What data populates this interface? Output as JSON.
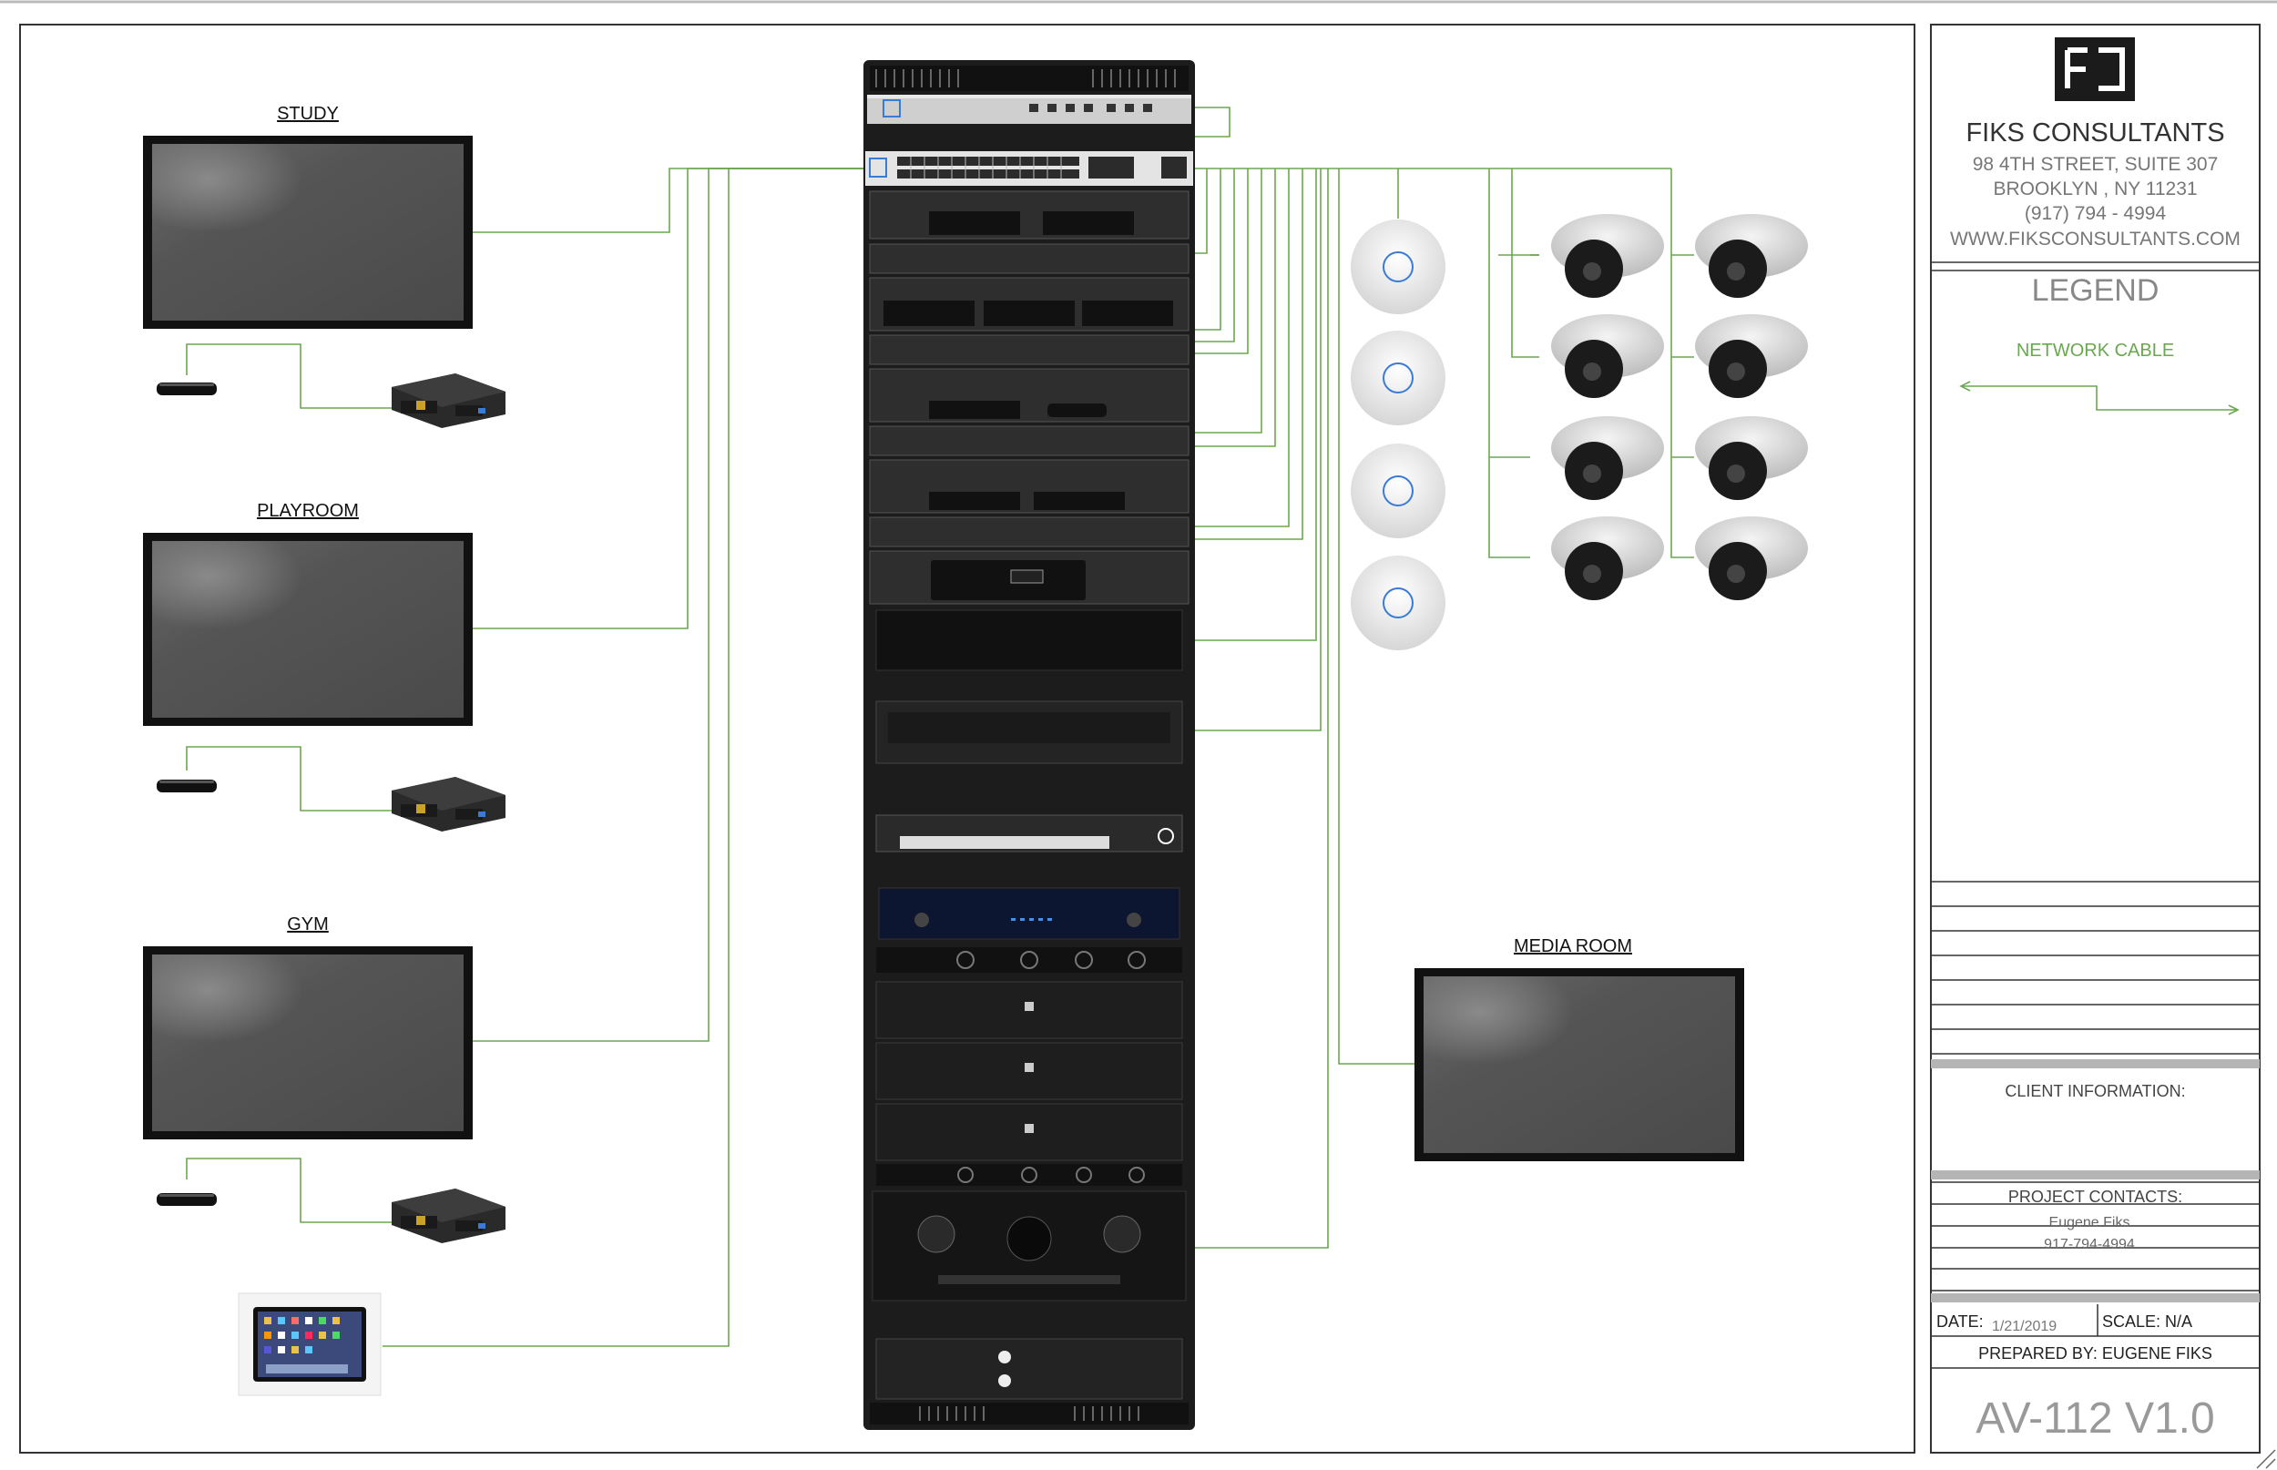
{
  "rooms": {
    "study": "STUDY",
    "playroom": "PLAYROOM",
    "gym": "GYM",
    "media_room": "MEDIA ROOM"
  },
  "title_block": {
    "company": "FIKS CONSULTANTS",
    "address_line1": "98 4TH STREET, SUITE 307",
    "address_line2": "BROOKLYN , NY 11231",
    "phone": "(917) 794 - 4994",
    "website": "WWW.FIKSCONSULTANTS.COM",
    "legend_title": "LEGEND",
    "legend_item": "NETWORK CABLE",
    "client_info": "CLIENT INFORMATION:",
    "project_contacts": "PROJECT CONTACTS:",
    "contact_name": "Eugene Fiks",
    "contact_phone": "917-794-4994",
    "date_label": "DATE:",
    "date_value": "1/21/2019",
    "scale_label": "SCALE: N/A",
    "prepared_by": "PREPARED BY: EUGENE FIKS",
    "drawing_number": "AV-112 V1.0"
  },
  "colors": {
    "cable": "#6aa84f",
    "frame": "#333333",
    "rack": "#1c1c1c"
  },
  "icons": [
    "logo-icon",
    "tv-icon",
    "streaming-box-icon",
    "hdmi-extender-icon",
    "touch-panel-icon",
    "network-switch-icon",
    "access-point-icon",
    "dome-camera-icon",
    "amplifier-icon",
    "av-receiver-icon"
  ]
}
